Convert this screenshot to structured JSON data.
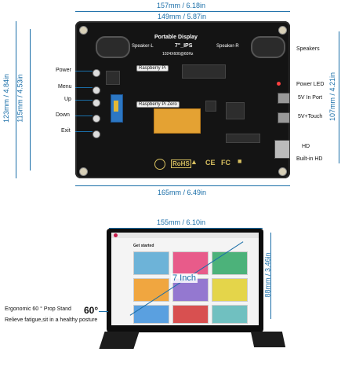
{
  "top_view": {
    "dimensions": {
      "width_outer": "157mm / 6.18in",
      "width_inner": "149mm / 5.87in",
      "width_bottom": "165mm / 6.49in",
      "height_outer": "123mm / 4.84in",
      "height_inner": "115mm / 4.53in",
      "height_right": "107mm / 4.21in"
    },
    "board": {
      "title": "Portable Display",
      "subtitle": "7\"_IPS",
      "resolution": "1024X600@60Hz",
      "speaker_left": "Speaker-L",
      "speaker_right": "Speaker-R",
      "rpi_label": "Raspberry Pi",
      "rpi_zero_label": "Raspberry Pi Zero",
      "small_buttons": [
        "Power",
        "Menu",
        "Up",
        "Down",
        "Exit"
      ],
      "logos": [
        "RoHS",
        "CE",
        "FC"
      ]
    },
    "left_labels": [
      "Power",
      "Menu",
      "Up",
      "Down",
      "Exit"
    ],
    "right_labels": [
      "Speakers",
      "Power LED",
      "5V In Port",
      "5V+Touch",
      "HD",
      "Built-in HD"
    ]
  },
  "bottom_view": {
    "dimensions": {
      "width": "155mm / 6.10in",
      "height": "88mm / 3.46in",
      "diagonal": "7 Inch"
    },
    "angle": "60°",
    "stand_title": "Ergonomic 60 ° Prop Stand",
    "stand_desc": "Relieve fatigue,sit in a healthy posture",
    "screen": {
      "header": "Get started",
      "tile_captions": [
        "",
        "",
        "",
        "",
        "",
        "",
        "",
        "",
        ""
      ]
    }
  },
  "colors": {
    "dimension_blue": "#1a6ea8",
    "board": "#141414",
    "gold": "#d8c060"
  }
}
